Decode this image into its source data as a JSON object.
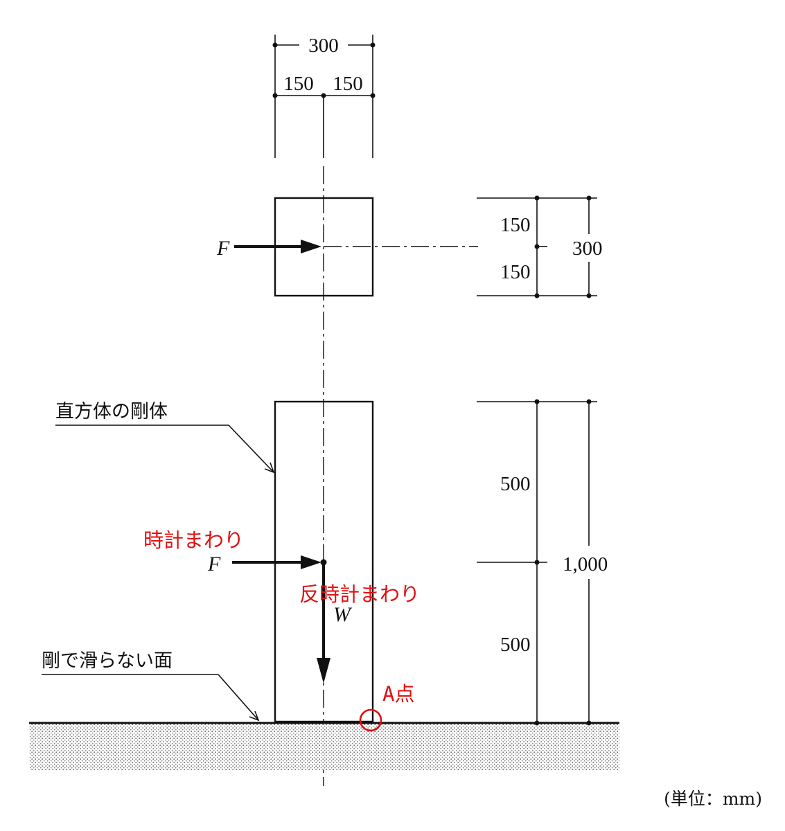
{
  "plan_view": {
    "width_total": "300",
    "width_half_left": "150",
    "width_half_right": "150",
    "depth_half_top": "150",
    "depth_half_bottom": "150",
    "depth_total": "300",
    "force_label": "F"
  },
  "elevation_view": {
    "height_upper": "500",
    "height_lower": "500",
    "height_total": "1,000",
    "force_label": "F",
    "weight_label": "W",
    "body_label": "直方体の剛体",
    "ground_label": "剛で滑らない面"
  },
  "annotations": {
    "clockwise": "時計まわり",
    "counterclockwise": "反時計まわり",
    "point_a": "A点",
    "color": "#e01010"
  },
  "unit_note": "(単位：mm)"
}
